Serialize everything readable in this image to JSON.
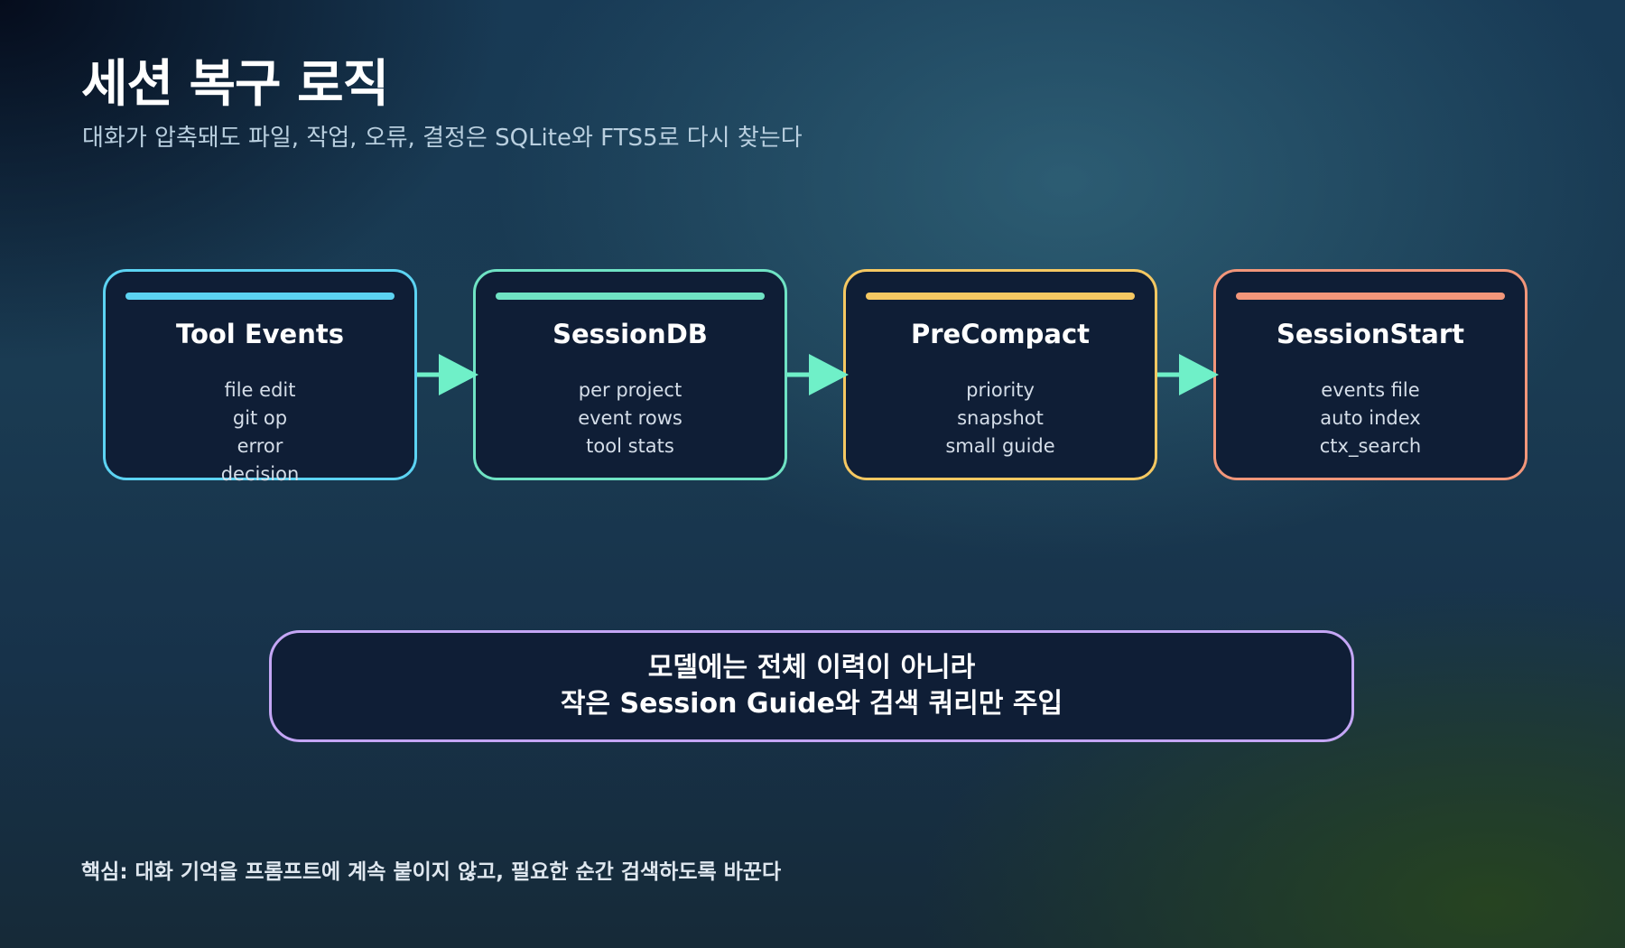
{
  "header": {
    "title": "세션 복구 로직",
    "subtitle": "대화가 압축돼도 파일, 작업, 오류, 결정은 SQLite와 FTS5로 다시 찾는다"
  },
  "colors": {
    "tool_events": "#5cd3f2",
    "session_db": "#6fe3c4",
    "pre_compact": "#f5c862",
    "session_start": "#f2967a",
    "arrow": "#6ff0c8",
    "summary_border": "#c4a6f5"
  },
  "flow": [
    {
      "title": "Tool Events",
      "items": [
        "file edit",
        "git op",
        "error",
        "decision"
      ]
    },
    {
      "title": "SessionDB",
      "items": [
        "per project",
        "event rows",
        "tool stats"
      ]
    },
    {
      "title": "PreCompact",
      "items": [
        "priority",
        "snapshot",
        "small guide"
      ]
    },
    {
      "title": "SessionStart",
      "items": [
        "events file",
        "auto index",
        "ctx_search"
      ]
    }
  ],
  "summary": {
    "line1": "모델에는 전체 이력이 아니라",
    "line2": "작은 Session Guide와 검색 쿼리만 주입"
  },
  "footer": "핵심: 대화 기억을 프롬프트에 계속 붙이지 않고, 필요한 순간 검색하도록 바꾼다"
}
